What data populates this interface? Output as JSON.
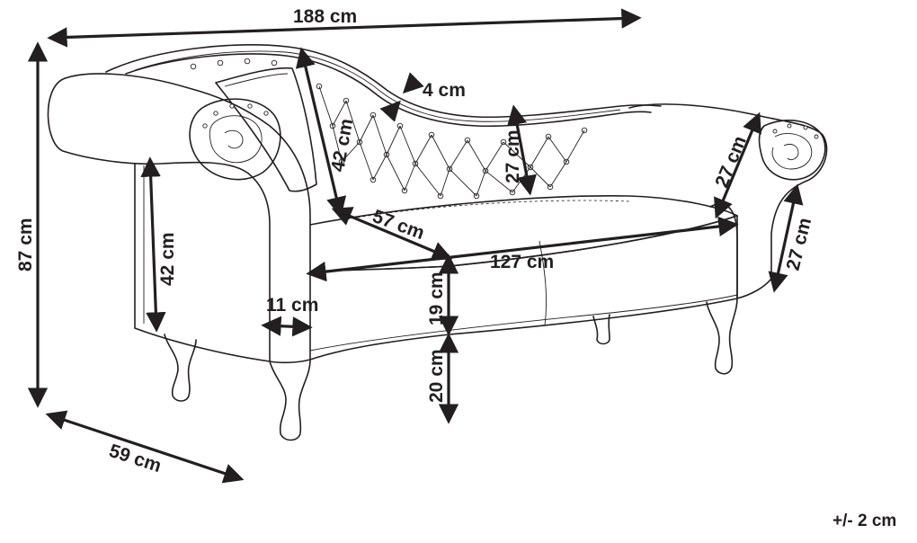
{
  "dimensions": {
    "total_length": "188 cm",
    "total_height": "87 cm",
    "total_depth": "59 cm",
    "backrest_height": "42 cm",
    "backrest_thickness": "4 cm",
    "backrest_low_height": "27 cm",
    "armrest_height_right": "27 cm",
    "armrest_height_right_lower": "27 cm",
    "armrest_height_left": "42 cm",
    "seat_depth": "57 cm",
    "seat_width": "127 cm",
    "armrest_width": "11 cm",
    "seat_thickness": "19 cm",
    "leg_height": "20 cm"
  },
  "tolerance": "+/- 2 cm",
  "colors": {
    "line": "#231f20",
    "background": "#ffffff"
  }
}
